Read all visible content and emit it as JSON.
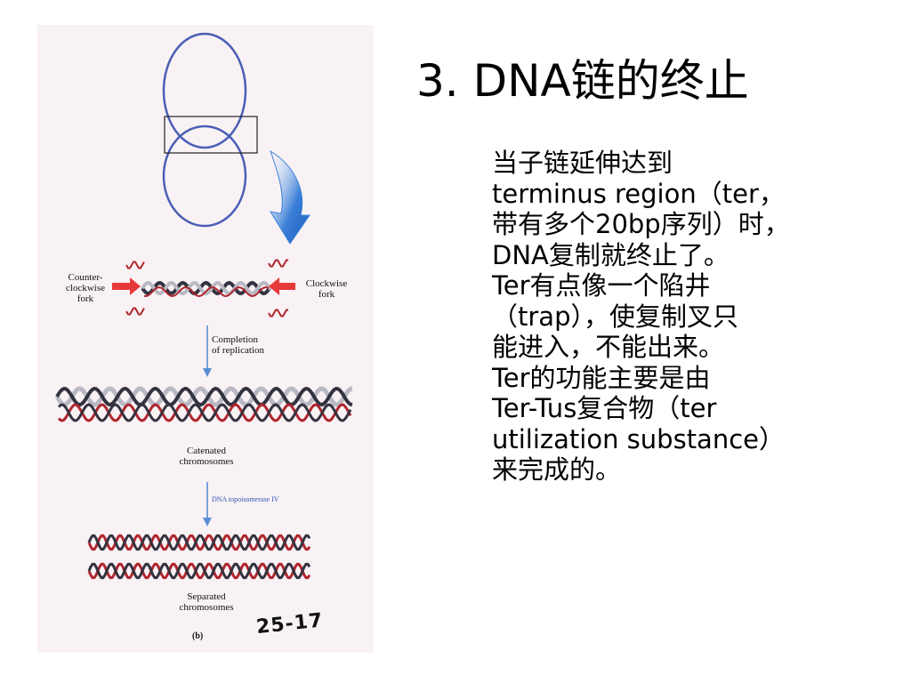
{
  "title": "3. DNA链的终止",
  "body_lines": [
    " 当子链延伸达到",
    "terminus region（ter，",
    "带有多个20bp序列）时，",
    "DNA复制就终止了。",
    "Ter有点像一个陷井",
    "（trap），使复制叉只",
    "能进入，不能出来。",
    "Ter的功能主要是由",
    "Ter-Tus复合物（ter",
    "utilization substance）",
    "来完成的。"
  ],
  "figure": {
    "counter_clockwise_fork": "Counter-\nclockwise\nfork",
    "clockwise_fork": "Clockwise\nfork",
    "completion": "Completion\nof replication",
    "catenated": "Catenated\nchromosomes",
    "topoisomerase": "DNA topoisomerase IV",
    "separated": "Separated\nchromosomes",
    "panel_label": "(b)",
    "handwritten": "25-17"
  },
  "colors": {
    "circle_stroke": "#4a5fb5",
    "big_arrow": "#3a7fd8",
    "fork_arrow": "#e8393a",
    "strand_red": "#b0262e",
    "strand_dark": "#333340",
    "strand_light": "#b9b9c4",
    "small_arrow": "#5b8fd6"
  }
}
